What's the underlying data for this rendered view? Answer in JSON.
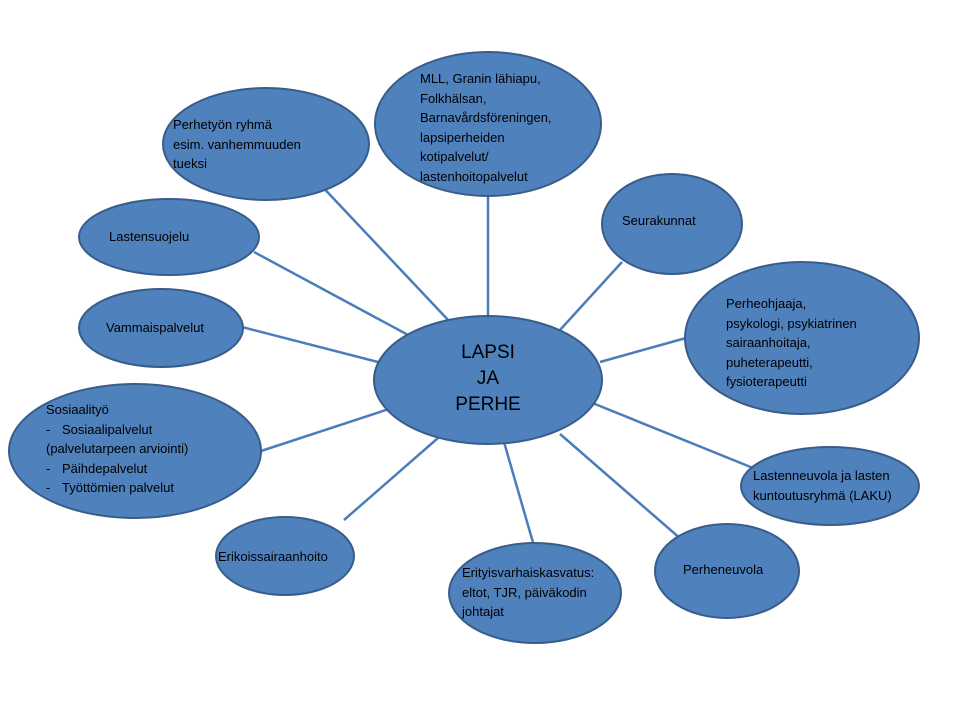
{
  "center": {
    "lines": [
      "LAPSI",
      "JA",
      "PERHE"
    ]
  },
  "nodes": {
    "mll": {
      "lines": [
        "MLL, Granin lähiapu,",
        "Folkhälsan,",
        "Barnavårdsföreningen,",
        "lapsiperheiden",
        "kotipalvelut/",
        "lastenhoitopalvelut"
      ]
    },
    "perhetyo": {
      "lines": [
        "Perhetyön ryhmä",
        "esim. vanhemmuuden",
        "tueksi"
      ]
    },
    "seurakunnat": {
      "lines": [
        "Seurakunnat"
      ]
    },
    "lastensuojelu": {
      "lines": [
        "Lastensuojelu"
      ]
    },
    "vammaispalvelut": {
      "lines": [
        "Vammaispalvelut"
      ]
    },
    "perheohjaaja": {
      "lines": [
        "Perheohjaaja,",
        "psykologi, psykiatrinen",
        "sairaanhoitaja,",
        "puheterapeutti,",
        "fysioterapeutti"
      ]
    },
    "sosiaalityo": {
      "title": "Sosiaalityö",
      "dash": "-",
      "items": [
        "Sosiaalipalvelut",
        "Päihdepalvelut",
        "Työttömien palvelut"
      ],
      "continuation": "(palvelutarpeen arviointi)"
    },
    "lastenneuvola": {
      "lines": [
        "Lastenneuvola ja lasten",
        "kuntoutusryhmä  (LAKU)"
      ]
    },
    "erikoissairaanhoito": {
      "lines": [
        "Erikoissairaanhoito"
      ]
    },
    "erityisvarhaiskasvatus": {
      "lines": [
        "Erityisvarhaiskasvatus:",
        "eltot, TJR, päiväkodin",
        "johtajat"
      ]
    },
    "perheneuvola": {
      "lines": [
        "Perheneuvola"
      ]
    }
  }
}
